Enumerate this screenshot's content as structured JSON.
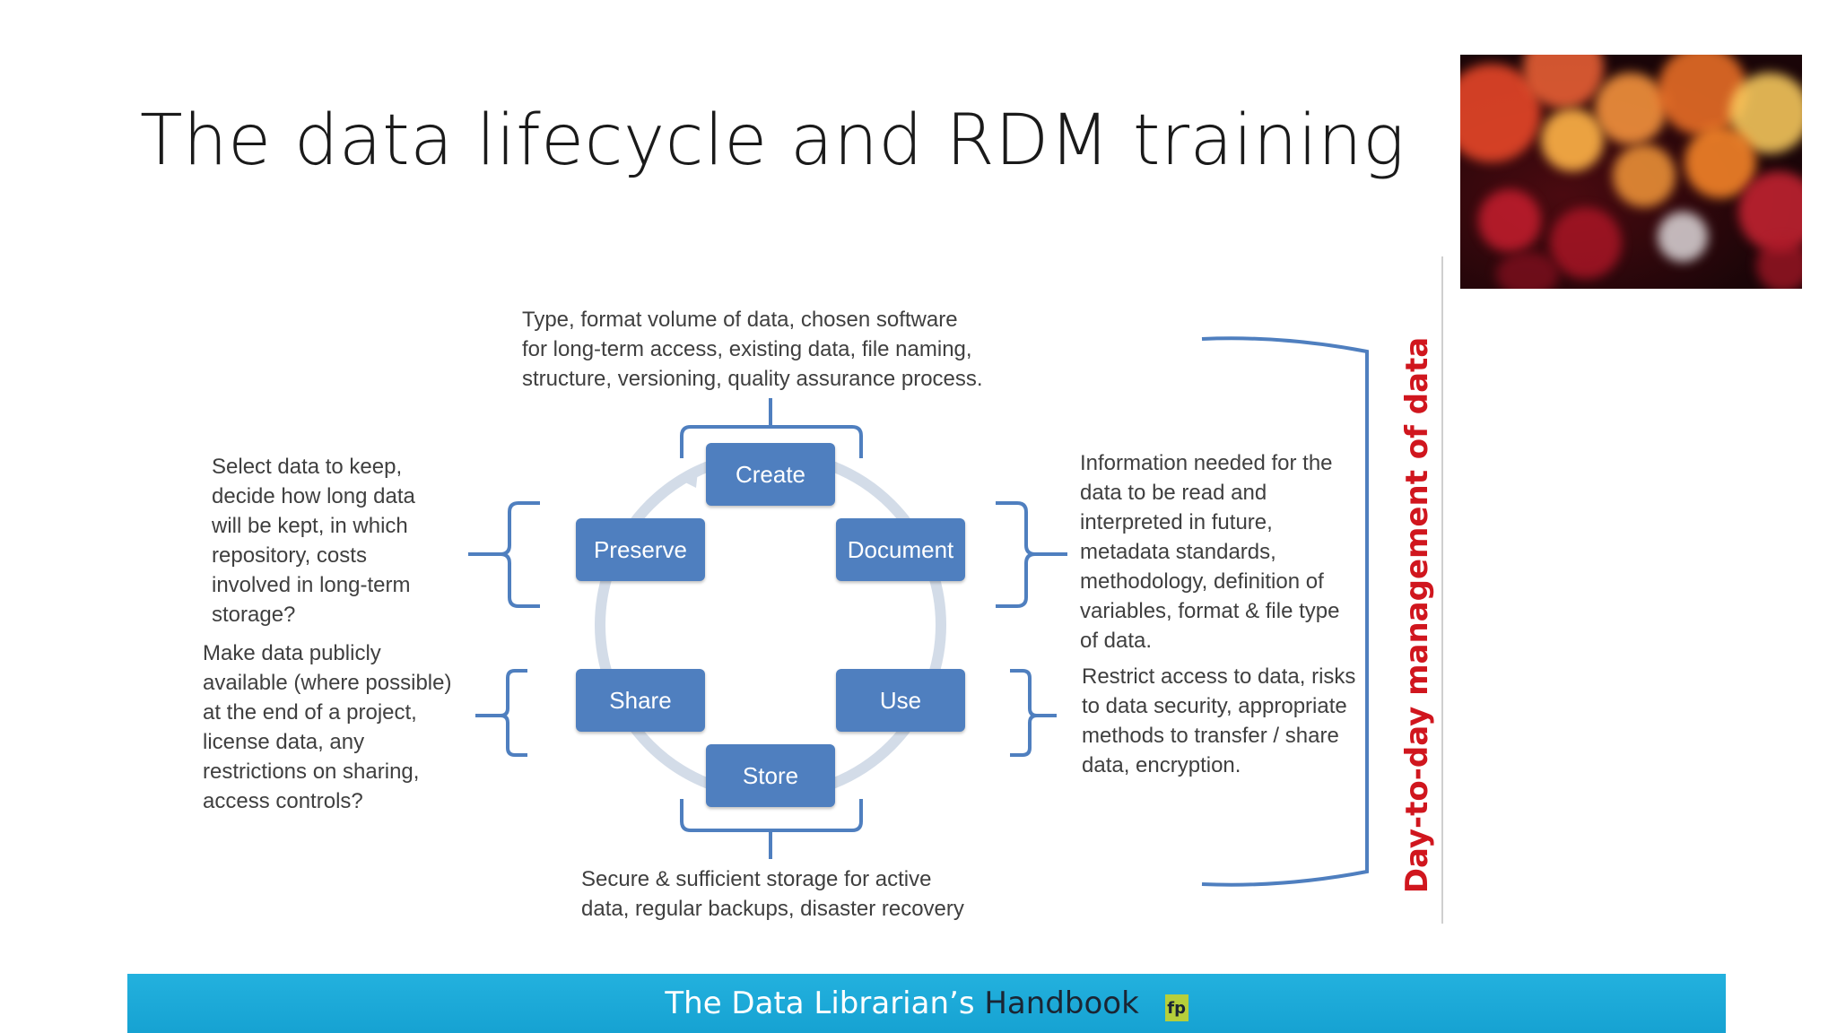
{
  "slide": {
    "title": "The data lifecycle and RDM training"
  },
  "diagram": {
    "stages": {
      "create": "Create",
      "document": "Document",
      "use": "Use",
      "store": "Store",
      "share": "Share",
      "preserve": "Preserve"
    },
    "create_note": [
      "Type, format volume of data, chosen software",
      "for long-term access, existing data, file naming,",
      "structure, versioning, quality assurance process."
    ],
    "document_note": [
      "Information needed for the",
      "data to be read and",
      "interpreted in future,",
      "metadata standards,",
      "methodology, definition of",
      "variables, format & file type",
      "of data."
    ],
    "use_note": [
      "Restrict access to data, risks",
      "to data security, appropriate",
      "methods to transfer / share",
      "data, encryption."
    ],
    "store_note": [
      "Secure & sufficient storage for active",
      "data, regular backups, disaster recovery"
    ],
    "share_note": [
      "Make data publicly",
      "available (where possible)",
      "at the end of a project,",
      "license data, any",
      "restrictions on sharing,",
      "access controls?"
    ],
    "preserve_note": [
      "Select data to keep,",
      "decide how long data",
      "will be kept, in which",
      "repository, costs",
      "involved in long-term",
      "storage?"
    ],
    "side_label": "Day-to-day management of data",
    "accent_color": "#d0161e",
    "box_color": "#4f7fbf"
  },
  "footer": {
    "text_light": "The Data Librarian’s",
    "text_bold": "Handbook",
    "logo_text": "fp",
    "bar_color": "#1ea8d8"
  }
}
